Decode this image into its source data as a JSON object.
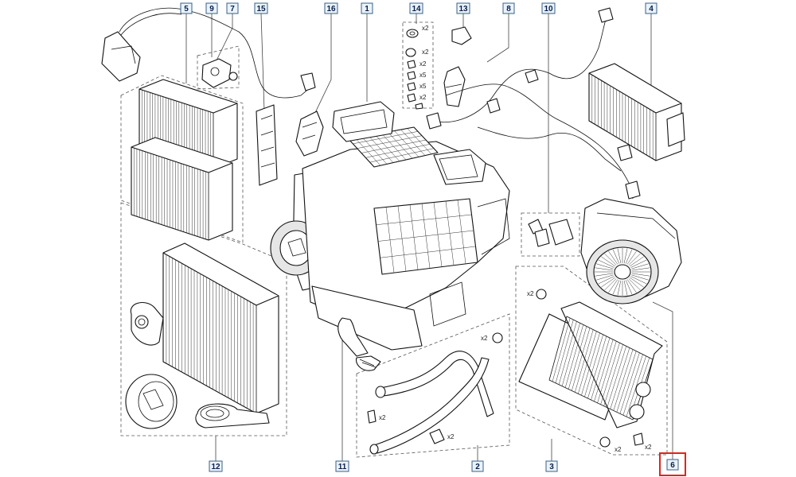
{
  "diagram": {
    "callouts": [
      "5",
      "9",
      "7",
      "15",
      "16",
      "1",
      "14",
      "13",
      "8",
      "10",
      "4",
      "12",
      "11",
      "2",
      "3",
      "6"
    ],
    "highlighted_callout": "6",
    "highlight_color": "#e2231a",
    "callout_box_color": "#eaf3fb",
    "quantities": {
      "q14_1": "x2",
      "q14_2": "x2",
      "q14_3": "x2",
      "q14_4": "x5",
      "q14_5": "x5",
      "q14_6": "x2",
      "q3_a": "x2",
      "q3_b": "x2",
      "q3_c": "x2",
      "q3_d": "x2",
      "q2_a": "x2",
      "q2_b": "x2"
    }
  }
}
